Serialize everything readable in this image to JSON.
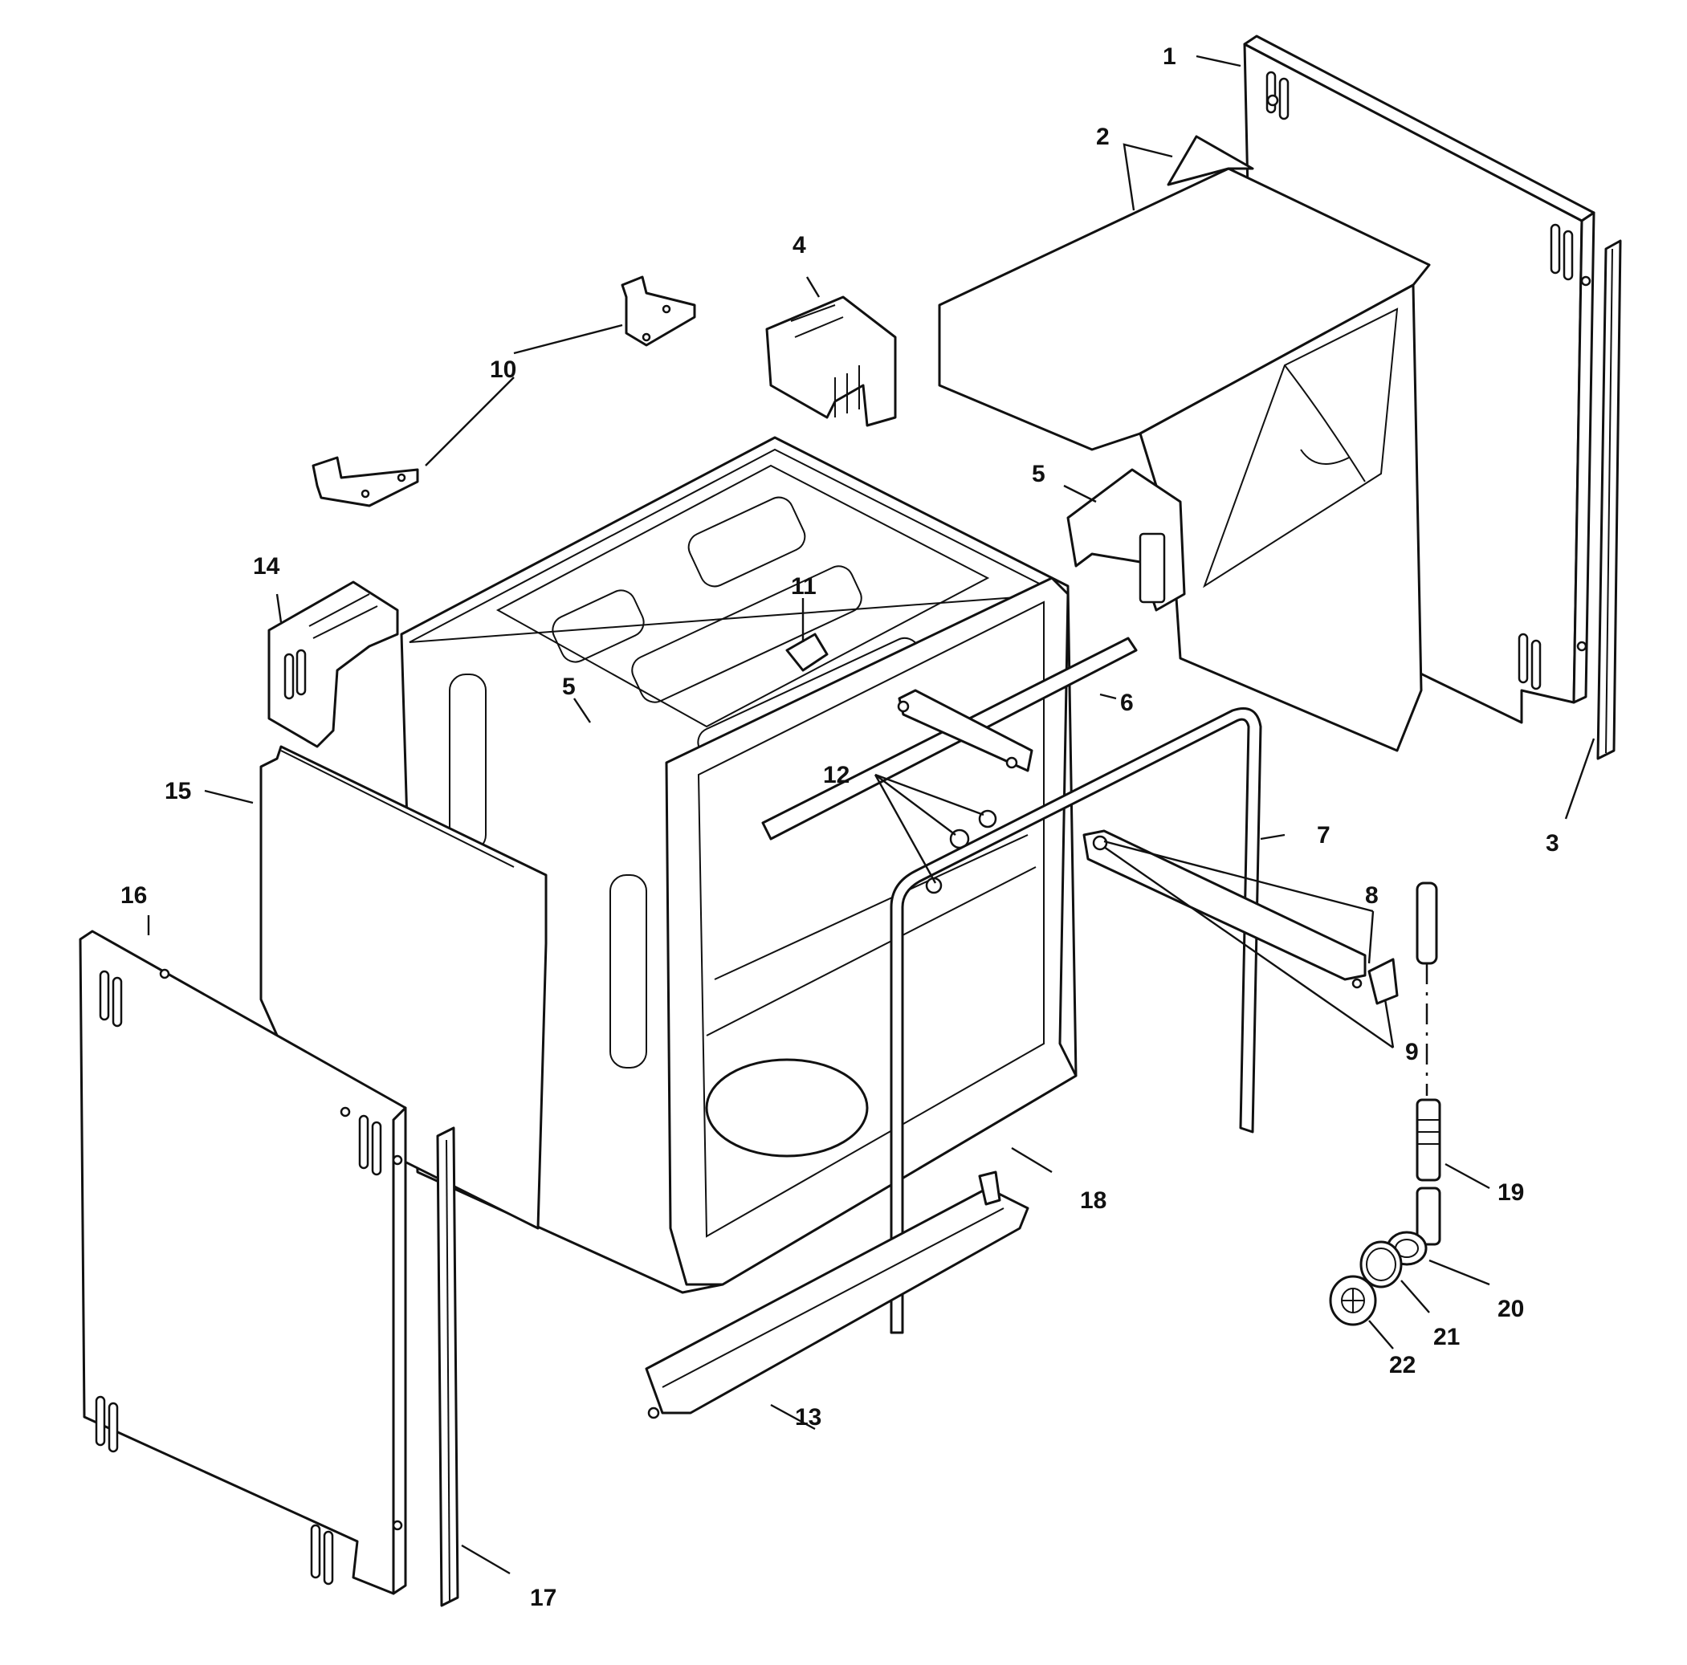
{
  "diagram": {
    "callouts": [
      {
        "id": "1",
        "label": "1"
      },
      {
        "id": "2",
        "label": "2"
      },
      {
        "id": "3",
        "label": "3"
      },
      {
        "id": "4",
        "label": "4"
      },
      {
        "id": "5a",
        "label": "5"
      },
      {
        "id": "5b",
        "label": "5"
      },
      {
        "id": "6",
        "label": "6"
      },
      {
        "id": "7",
        "label": "7"
      },
      {
        "id": "8",
        "label": "8"
      },
      {
        "id": "9",
        "label": "9"
      },
      {
        "id": "10",
        "label": "10"
      },
      {
        "id": "11",
        "label": "11"
      },
      {
        "id": "12",
        "label": "12"
      },
      {
        "id": "13",
        "label": "13"
      },
      {
        "id": "14",
        "label": "14"
      },
      {
        "id": "15",
        "label": "15"
      },
      {
        "id": "16",
        "label": "16"
      },
      {
        "id": "17",
        "label": "17"
      },
      {
        "id": "18",
        "label": "18"
      },
      {
        "id": "19",
        "label": "19"
      },
      {
        "id": "20",
        "label": "20"
      },
      {
        "id": "21",
        "label": "21"
      },
      {
        "id": "22",
        "label": "22"
      }
    ]
  }
}
